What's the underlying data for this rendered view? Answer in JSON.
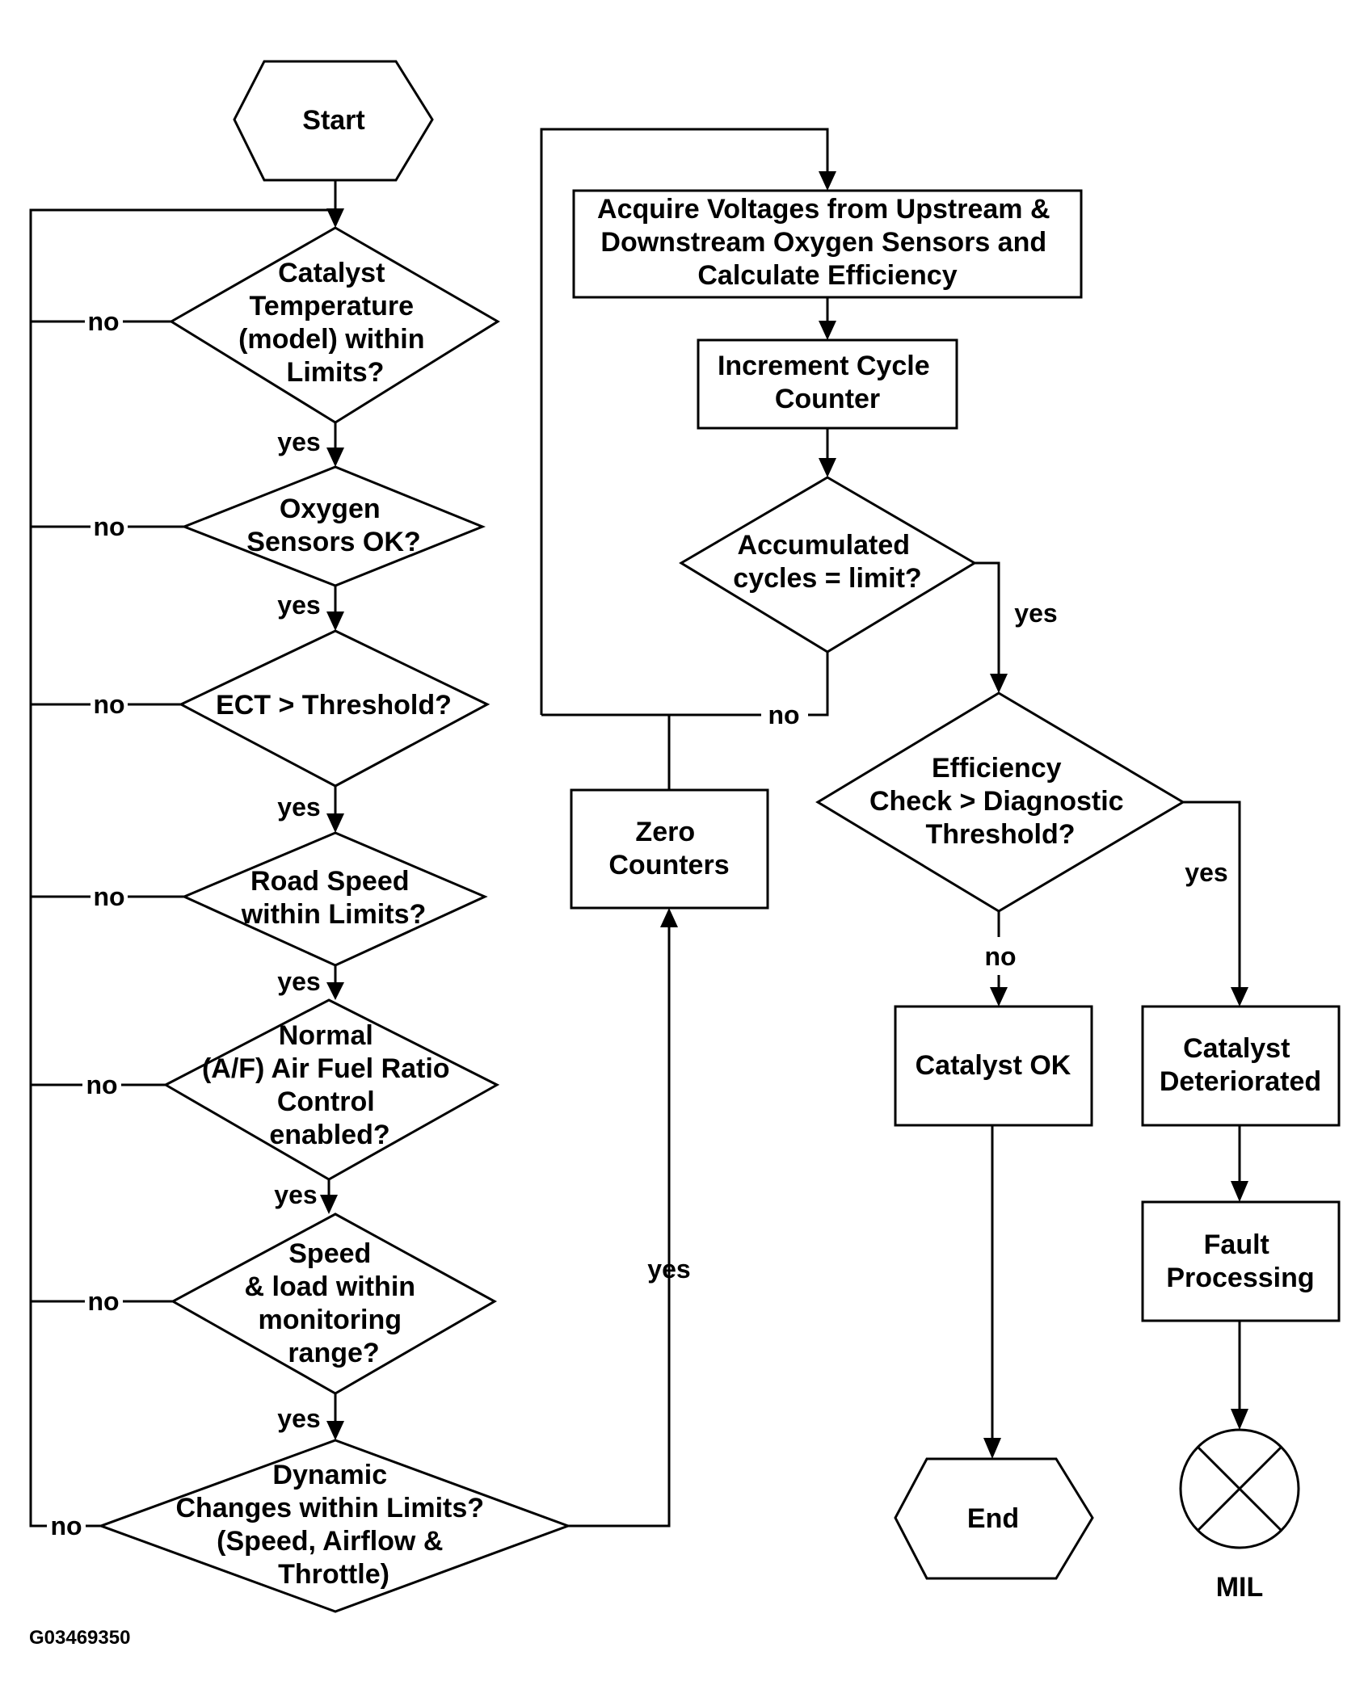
{
  "nodes": {
    "start": [
      "Start"
    ],
    "catalyst_temp": [
      "Catalyst",
      "Temperature",
      "(model) within",
      "Limits?"
    ],
    "oxygen_sensors": [
      "Oxygen",
      "Sensors OK?"
    ],
    "ect": [
      "ECT > Threshold?"
    ],
    "road_speed": [
      "Road Speed",
      "within Limits?"
    ],
    "af_control": [
      "Normal",
      "(A/F) Air Fuel Ratio",
      "Control",
      "enabled?"
    ],
    "speed_load": [
      "Speed",
      "& load within",
      "monitoring",
      "range?"
    ],
    "dynamic": [
      "Dynamic",
      "Changes within Limits?",
      "(Speed, Airflow &",
      "Throttle)"
    ],
    "acquire": [
      "Acquire Voltages from Upstream &",
      "Downstream Oxygen Sensors and",
      "Calculate Efficiency"
    ],
    "increment": [
      "Increment Cycle",
      "Counter"
    ],
    "accumulated": [
      "Accumulated",
      "cycles = limit?"
    ],
    "zero_counters": [
      "Zero",
      "Counters"
    ],
    "efficiency": [
      "Efficiency",
      "Check > Diagnostic",
      "Threshold?"
    ],
    "catalyst_ok": [
      "Catalyst OK"
    ],
    "deteriorated": [
      "Catalyst",
      "Deteriorated"
    ],
    "fault": [
      "Fault",
      "Processing"
    ],
    "end": [
      "End"
    ],
    "mil": [
      "MIL"
    ]
  },
  "labels": {
    "no": "no",
    "yes": "yes"
  },
  "figure_id": "G03469350"
}
